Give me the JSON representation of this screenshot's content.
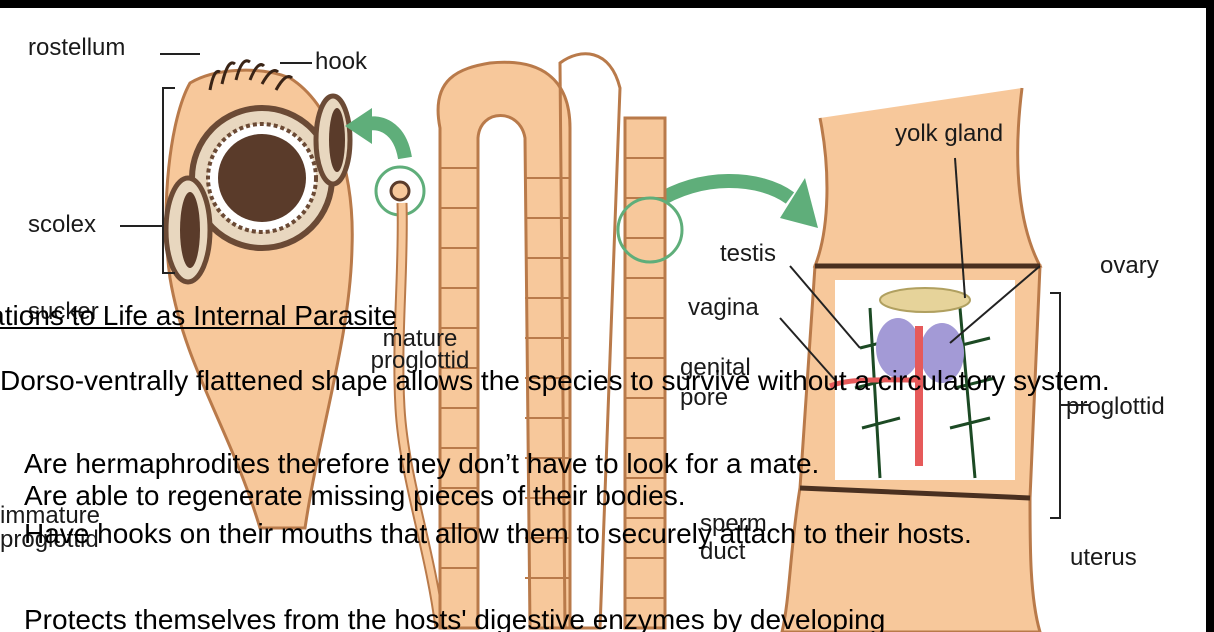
{
  "diagram": {
    "labels": {
      "rostellum": "rostellum",
      "hook": "hook",
      "scolex": "scolex",
      "sucker": "sucker",
      "mature_proglottid": "mature proglottid",
      "immature_proglottid": "immature proglottid",
      "yolk_gland": "yolk gland",
      "testis": "testis",
      "ovary": "ovary",
      "vagina": "vagina",
      "genital_pore": "genital pore",
      "proglottid": "proglottid",
      "sperm_duct": "sperm duct",
      "uterus": "uterus"
    },
    "colors": {
      "body": "#f7c89b",
      "body_stroke": "#b97a4a",
      "sucker": "#5a3b2a",
      "arrow": "#5fae7a",
      "testis": "#1c4a24",
      "ovary": "#a39ad6",
      "uterus_red": "#e65a5a",
      "yolk": "#e6d39a"
    }
  },
  "slide": {
    "heading": "Adaptations to Life as Internal Parasite",
    "bullets": [
      "Dorso-ventrally flattened shape allows the species to survive without a circulatory system.",
      "Are hermaphrodites therefore they don’t have to look for a mate.",
      "Are able to regenerate missing pieces of their bodies.",
      "Have hooks on their mouths that allow them to securely attach to their hosts.",
      "Protects themselves from the hosts' digestive enzymes by developing"
    ]
  }
}
